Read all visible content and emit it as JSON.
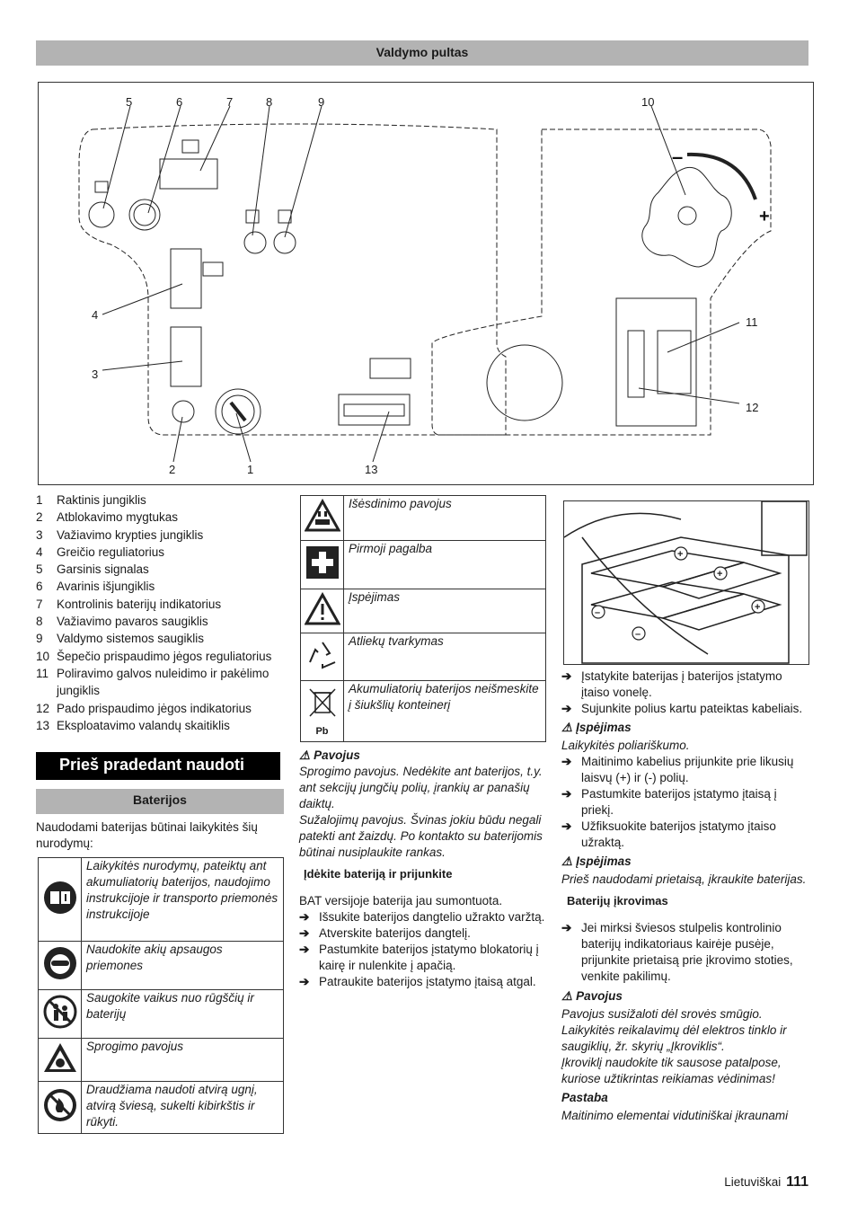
{
  "header": {
    "title": "Valdymo pultas"
  },
  "figure": {
    "callouts": [
      "5",
      "6",
      "7",
      "8",
      "9",
      "10",
      "4",
      "3",
      "11",
      "12",
      "2",
      "1",
      "13"
    ]
  },
  "legend": [
    {
      "num": "1",
      "text": "Raktinis jungiklis"
    },
    {
      "num": "2",
      "text": "Atblokavimo mygtukas"
    },
    {
      "num": "3",
      "text": "Važiavimo krypties jungiklis"
    },
    {
      "num": "4",
      "text": "Greičio reguliatorius"
    },
    {
      "num": "5",
      "text": "Garsinis signalas"
    },
    {
      "num": "6",
      "text": "Avarinis išjungiklis"
    },
    {
      "num": "7",
      "text": "Kontrolinis baterijų indikatorius"
    },
    {
      "num": "8",
      "text": "Važiavimo pavaros saugiklis"
    },
    {
      "num": "9",
      "text": "Valdymo sistemos saugiklis"
    },
    {
      "num": "10",
      "text": "Šepečio prispaudimo jėgos reguliatorius"
    },
    {
      "num": "11",
      "text": "Poliravimo galvos nuleidimo ir pakėlimo jungiklis"
    },
    {
      "num": "12",
      "text": "Pado prispaudimo jėgos indikatorius"
    },
    {
      "num": "13",
      "text": "Eksploatavimo valandų skaitiklis"
    }
  ],
  "chapter": {
    "title": "Prieš pradedant naudoti"
  },
  "subsection": {
    "title": "Baterijos"
  },
  "intro": "Naudodami baterijas būtinai laikykitės šių nurodymų:",
  "symbols_left": [
    {
      "icon": "manual-icon",
      "text": "Laikykitės nurodymų, pateiktų ant akumuliatorių baterijos, naudojimo instrukcijoje ir transporto priemonės instrukcijoje"
    },
    {
      "icon": "goggles-icon",
      "text": "Naudokite akių apsaugos priemones"
    },
    {
      "icon": "keep-children-away-icon",
      "text": "Saugokite vaikus nuo rūgščių ir baterijų"
    },
    {
      "icon": "explosion-icon",
      "text": "Sprogimo pavojus"
    },
    {
      "icon": "no-fire-icon",
      "text": "Draudžiama naudoti atvirą ugnį, atvirą šviesą, sukelti kibirkštis ir rūkyti."
    }
  ],
  "symbols_mid": [
    {
      "icon": "corrosive-icon",
      "text": "Išėsdinimo pavojus"
    },
    {
      "icon": "first-aid-icon",
      "text": "Pirmoji pagalba"
    },
    {
      "icon": "warning-icon",
      "text": "Įspėjimas"
    },
    {
      "icon": "recycle-icon",
      "text": "Atliekų tvarkymas"
    },
    {
      "icon": "crossed-bin-icon",
      "text": "Akumuliatorių baterijos neišmeskite į šiukšlių konteinerį",
      "icon_label": "Pb"
    }
  ],
  "mid": {
    "danger_title": "Pavojus",
    "danger_text": "Sprogimo pavojus. Nedėkite ant baterijos, t.y. ant sekcijų jungčių polių, įrankių ar panašių daiktų.",
    "injury_text": "Sužalojimų pavojus. Švinas jokiu būdu negali patekti ant žaizdų. Po kontakto su baterijomis būtinai nusiplaukite rankas.",
    "subhead": "Įdėkite bateriją ir prijunkite",
    "bat_text": "BAT versijoje baterija jau sumontuota.",
    "steps": [
      "Išsukite baterijos dangtelio užrakto varžtą.",
      "Atverskite baterijos dangtelį.",
      "Pastumkite baterijos įstatymo blokatorių į kairę ir nulenkite į apačią.",
      "Patraukite baterijos įstatymo įtaisą atgal."
    ]
  },
  "right": {
    "steps1": [
      "Įstatykite baterijas į baterijos įstatymo įtaiso vonelę.",
      "Sujunkite polius kartu pateiktas kabeliais."
    ],
    "warn1_title": "Įspėjimas",
    "warn1_text": "Laikykitės poliariškumo.",
    "steps2": [
      "Maitinimo kabelius prijunkite prie likusių laisvų (+) ir (-) polių.",
      "Pastumkite baterijos įstatymo įtaisą į priekį.",
      "Užfiksuokite baterijos įstatymo įtaiso užraktą."
    ],
    "warn2_title": "Įspėjimas",
    "warn2_text": "Prieš naudodami prietaisą, įkraukite baterijas.",
    "subhead": "Baterijų įkrovimas",
    "steps3": [
      "Jei mirksi šviesos stulpelis kontrolinio baterijų indikatoriaus kairėje pusėje, prijunkite prietaisą prie įkrovimo stoties, venkite pakilimų."
    ],
    "danger_title": "Pavojus",
    "danger_text": "Pavojus susižaloti dėl srovės smūgio. Laikykitės reikalavimų dėl elektros tinklo ir saugiklių, žr. skyrių „Įkroviklis“.",
    "danger_text2": "Įkroviklį naudokite tik sausose patalpose, kuriose užtikrintas reikiamas vėdinimas!",
    "note_title": "Pastaba",
    "note_text": "Maitinimo elementai vidutiniškai įkraunami"
  },
  "footer": {
    "language": "Lietuviškai",
    "page": "111"
  }
}
